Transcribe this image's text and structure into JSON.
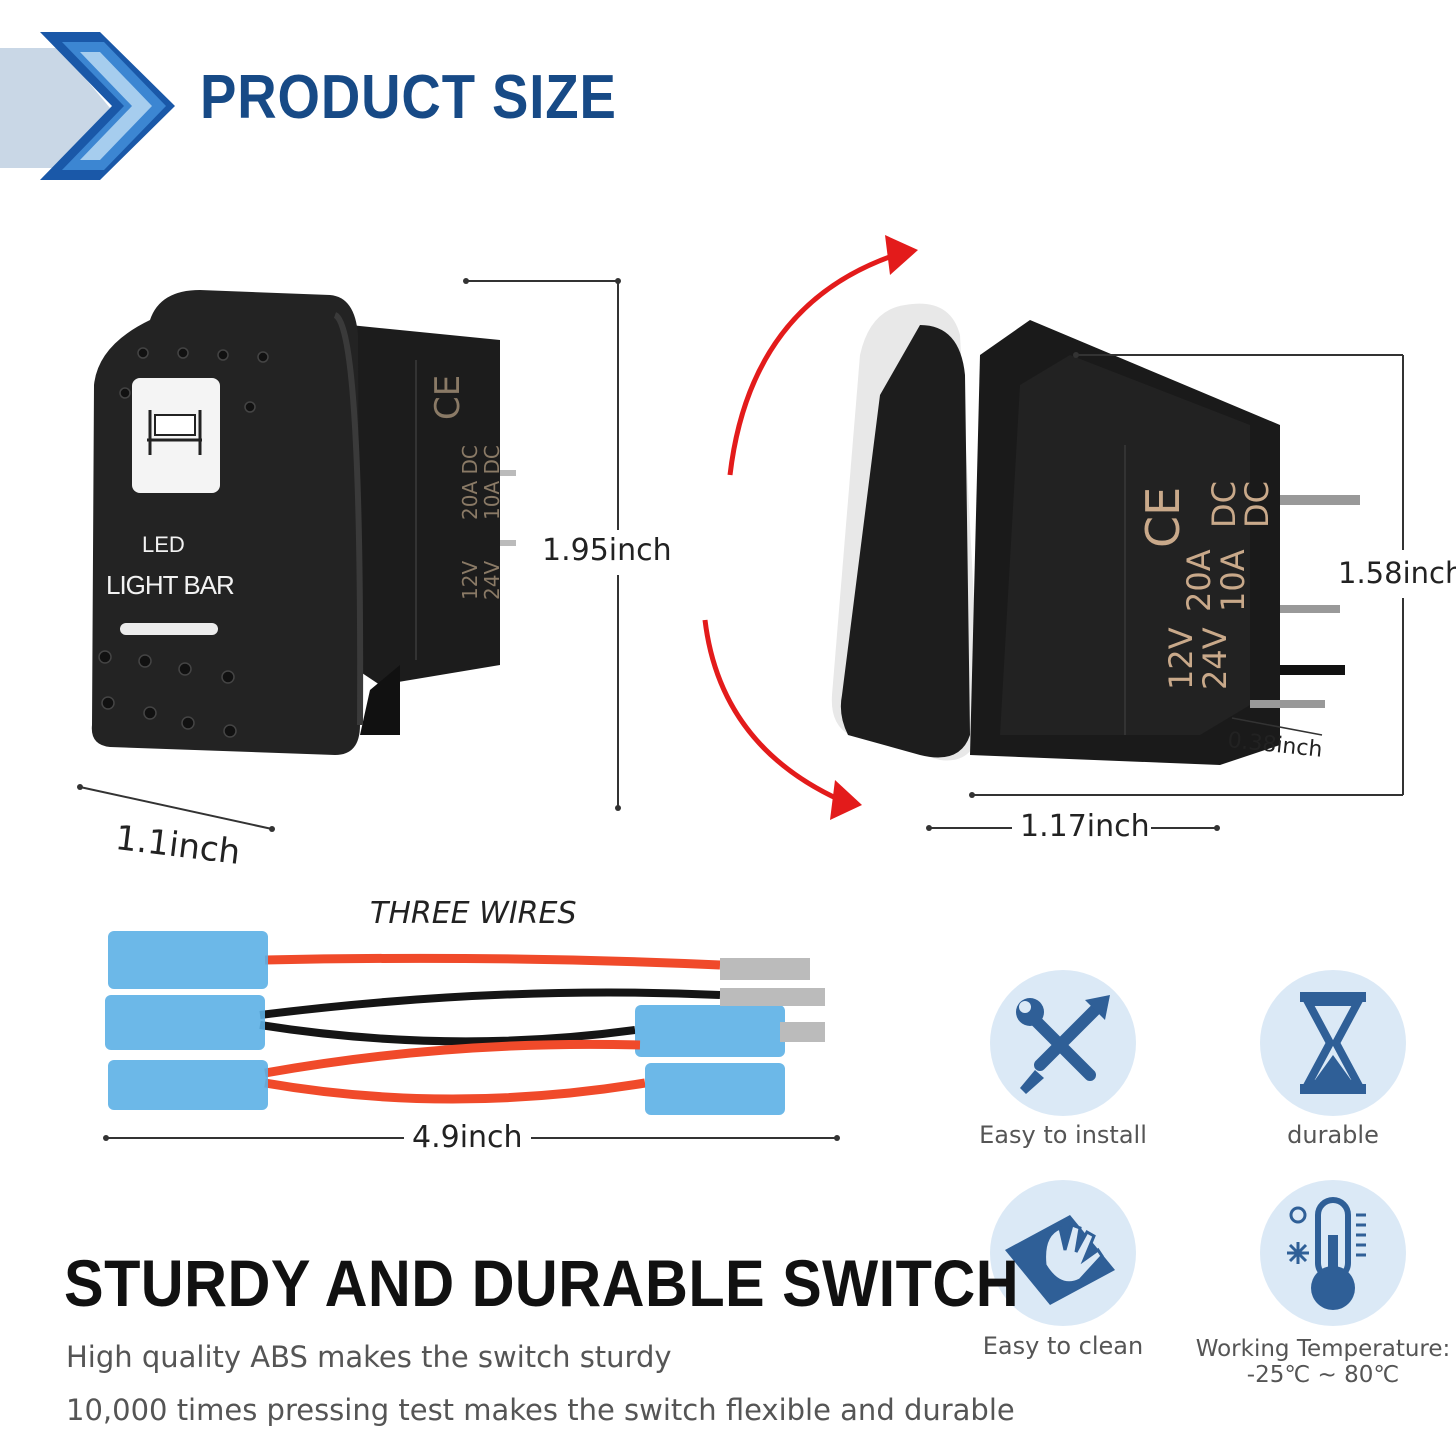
{
  "header": {
    "title": "PRODUCT SIZE"
  },
  "switch_front": {
    "label_line1": "LED",
    "label_line2": "LIGHT BAR",
    "side_ce": "CE",
    "side_col1": "20A DC",
    "side_col2": "10A DC",
    "side_col3": "12V",
    "side_col4": "24V"
  },
  "switch_side": {
    "ce": "CE",
    "dc1": "DC",
    "dc2": "DC",
    "a20": "20A",
    "a10": "10A",
    "v12": "12V",
    "v24": "24V"
  },
  "dimensions": {
    "height_front": "1.95inch",
    "width_front": "1.1inch",
    "height_side": "1.58inch",
    "depth_side": "1.17inch",
    "pin": "0.38inch",
    "wire_length": "4.9inch"
  },
  "wires": {
    "label": "THREE WIRES"
  },
  "headline": "STURDY AND DURABLE SWITCH",
  "description": [
    "High quality ABS makes the switch sturdy",
    "10,000 times pressing test makes the switch flexible and durable"
  ],
  "features": [
    {
      "label": "Easy to install",
      "icon": "wrench-screwdriver-icon"
    },
    {
      "label": "durable",
      "icon": "hourglass-icon"
    },
    {
      "label": "Easy to clean",
      "icon": "cleaning-cloth-icon"
    },
    {
      "label": "Working Temperature:",
      "label2": "-25℃ ~ 80℃",
      "icon": "thermometer-icon"
    }
  ],
  "colors": {
    "title_blue": "#174a86",
    "arrow_red": "#e31b1b",
    "feature_bg": "#dbe9f6",
    "feature_icon": "#2f5f97",
    "wire_red": "#f04a2a",
    "connector_blue": "#5cb0e6"
  }
}
